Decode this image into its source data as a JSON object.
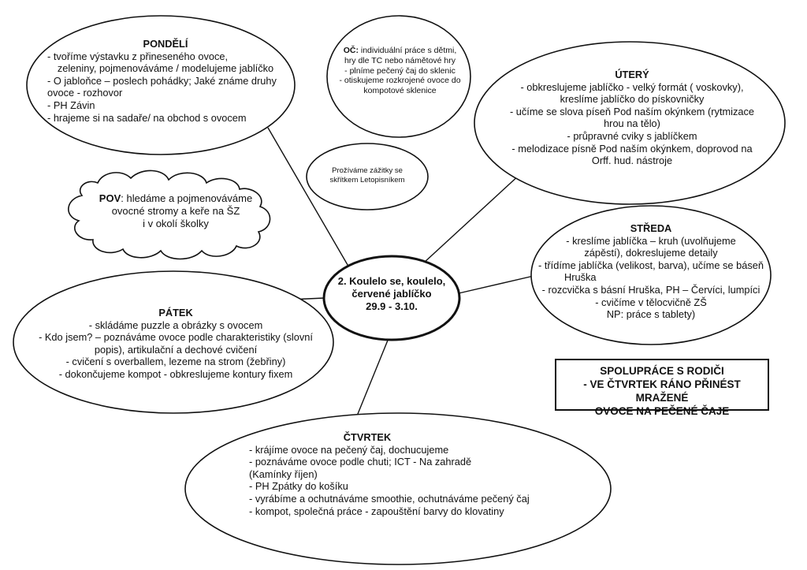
{
  "center": {
    "title_lines": [
      "2. Koulelo se, koulelo,",
      "červené jablíčko",
      "29.9 - 3.10."
    ]
  },
  "pondeli": {
    "title": "PONDĚLÍ",
    "lines": [
      "- tvoříme výstavku z přineseného ovoce,",
      "zeleniny, pojmenováváme / modelujeme jablíčko",
      "- O jabloňce – poslech pohádky; Jaké známe druhy",
      "ovoce - rozhovor",
      "- PH Závin",
      "- hrajeme si na sadaře/ na obchod s ovocem"
    ]
  },
  "oc": {
    "label": "OČ:",
    "lines": [
      "individuální práce s dětmi,",
      "hry dle TC nebo námětové hry",
      "- plníme pečený čaj do sklenic",
      "- otiskujeme rozkrojené ovoce do",
      "kompotové sklenice"
    ]
  },
  "prozivame": {
    "lines": [
      "Prožíváme zážitky se",
      "skřítkem Letopisníkem"
    ]
  },
  "utery": {
    "title": "ÚTERÝ",
    "lines": [
      "- obkreslujeme jablíčko - velký formát ( voskovky),",
      "kreslíme jablíčko do pískovničky",
      "- učíme se slova píseň Pod naším okýnkem (rytmizace",
      "hrou na tělo)",
      "- průpravné cviky s jablíčkem",
      "- melodizace písně Pod naším okýnkem, doprovod na",
      "Orff. hud. nástroje"
    ]
  },
  "pov": {
    "label": "POV",
    "lines": [
      ": hledáme a pojmenováváme",
      "ovocné stromy a keře na ŠZ",
      "i v okolí školky"
    ]
  },
  "streda": {
    "title": "STŘEDA",
    "lines": [
      "- kreslíme jablíčka – kruh (uvolňujeme",
      "zápěstí), dokreslujeme detaily",
      "- třídíme jablíčka (velikost, barva), učíme se báseň",
      "Hruška",
      "- rozcvička s básní Hruška, PH – Červíci, lumpíci",
      "- cvičíme v tělocvičně ZŠ",
      "NP: práce s tablety)"
    ]
  },
  "patek": {
    "title": "PÁTEK",
    "lines": [
      "- skládáme puzzle a obrázky s ovocem",
      "- Kdo jsem? – poznáváme ovoce podle charakteristiky (slovní",
      "popis), artikulační a dechové cvičení",
      "- cvičení s overballem, lezeme na strom (žebřiny)",
      "- dokončujeme kompot - obkreslujeme kontury fixem"
    ]
  },
  "spoluprace": {
    "lines": [
      "SPOLUPRÁCE S RODIČI",
      "- VE ČTVRTEK RÁNO PŘINÉST MRAŽENÉ",
      "OVOCE NA PEČENÉ ČAJE"
    ]
  },
  "ctvrtek": {
    "title": "ČTVRTEK",
    "lines": [
      "- krájíme ovoce na pečený čaj, dochucujeme",
      "- poznáváme ovoce podle chuti; ICT - Na zahradě",
      "(Kamínky říjen)",
      "- PH Zpátky do košíku",
      "- vyrábíme a ochutnáváme smoothie, ochutnáváme pečený čaj",
      "- kompot, společná práce - zapouštění barvy do klovatiny"
    ]
  }
}
